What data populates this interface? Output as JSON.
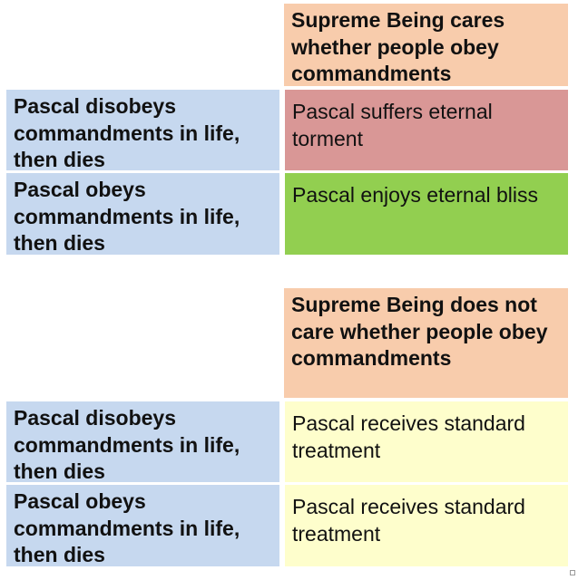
{
  "tables": [
    {
      "header": "Supreme Being cares whether people obey commandments",
      "rows": [
        {
          "label": "Pascal disobeys commandments in life, then dies",
          "outcome": "Pascal suffers eternal torment",
          "color": "#d99796"
        },
        {
          "label": "Pascal obeys commandments in life, then dies",
          "outcome": "Pascal enjoys eternal bliss",
          "color": "#92cf50"
        }
      ]
    },
    {
      "header": "Supreme Being does not care whether people obey commandments",
      "rows": [
        {
          "label": "Pascal disobeys commandments in life, then dies",
          "outcome": "Pascal receives standard treatment",
          "color": "#fefecc"
        },
        {
          "label": "Pascal obeys commandments in life, then dies",
          "outcome": "Pascal receives standard treatment",
          "color": "#fefecc"
        }
      ]
    }
  ],
  "colors": {
    "header": "#f8ccac",
    "row_label": "#c6d8ef"
  }
}
